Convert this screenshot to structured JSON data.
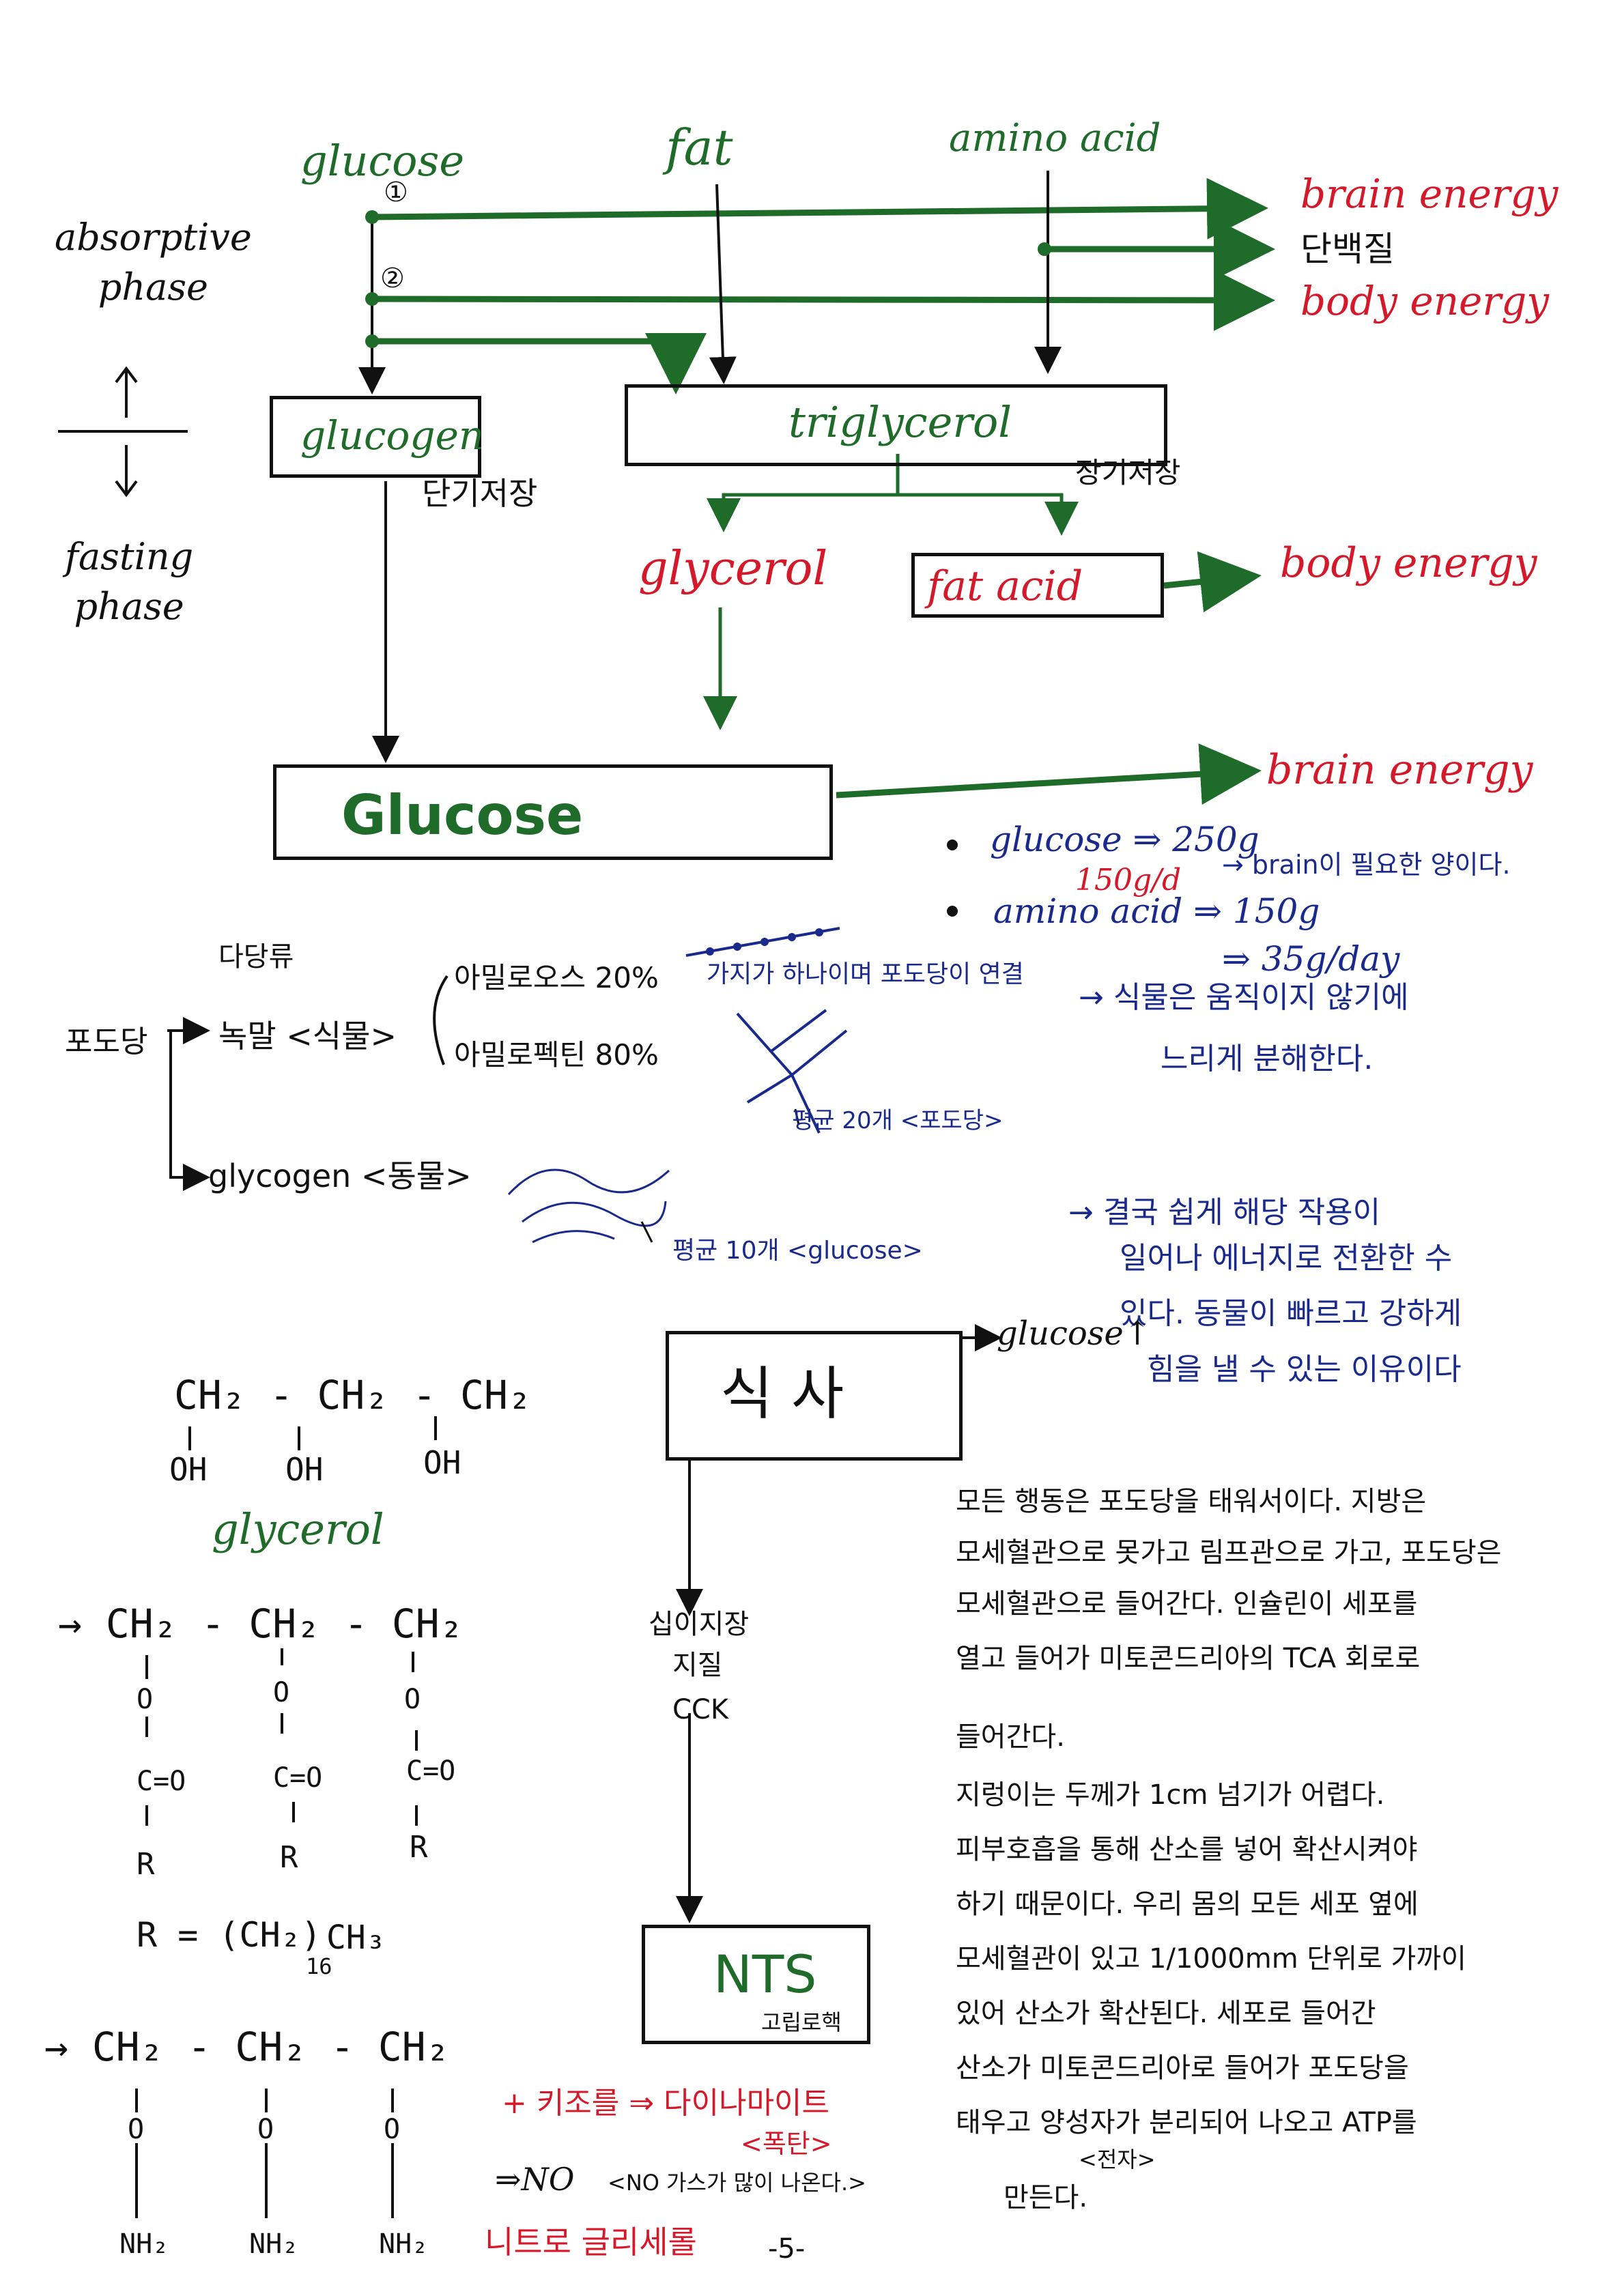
{
  "top_inputs": {
    "glucose": "glucose",
    "fat": "fat",
    "amino_acid": "amino acid",
    "marker1": "①",
    "marker2": "②"
  },
  "phases": {
    "absorptive": "absorptive\nphase",
    "fasting": "fasting\nphase"
  },
  "outputs": {
    "brain_energy": "brain energy",
    "protein": "단백질",
    "body_energy": "body energy"
  },
  "boxes": {
    "glucogen": "glucogen",
    "short_storage": "단기저장",
    "triglycerol": "triglycerol",
    "long_storage": "장기저장",
    "glycerol": "glycerol",
    "fat_acid": "fat acid",
    "fat_acid_out": "body energy",
    "glucose_big": "Glucose",
    "glucose_out": "brain energy"
  },
  "notes_brain": {
    "line1": "glucose ⇒ 250g",
    "line1b": "150g/d",
    "line1c": "→ brain이 필요한 양이다.",
    "line2": "amino acid ⇒ 150g",
    "line3": "⇒ 35g/day"
  },
  "polysaccharide": {
    "title": "다당류",
    "root": "포도당",
    "starch": "녹말 <식물>",
    "amylose": "아밀로오스 20%",
    "amylopectin": "아밀로펙틴 80%",
    "amylose_note": "가지가 하나이며 포도당이 연결",
    "amylopectin_note": "평균 20개 <포도당>",
    "starch_note1": "→ 식물은 움직이지 않기에",
    "starch_note2": "느리게 분해한다.",
    "glycogen": "glycogen <동물>",
    "glycogen_note": "평균 10개 <glucose>",
    "animal_note1": "→ 결국 쉽게 해당 작용이",
    "animal_note2": "일어나 에너지로 전환한 수",
    "animal_note3": "있다. 동물이 빠르고 강하게",
    "animal_note4": "힘을 낼 수 있는 이유이다"
  },
  "meal": {
    "box": "식  사",
    "glucose_up": "glucose↑",
    "label1": "십이지장",
    "label2": "지질",
    "label3": "CCK",
    "nts": "NTS",
    "nts_sub": "고립로핵"
  },
  "chemistry": {
    "glycerol_row1": "CH₂ - CH₂ - CH₂",
    "glycerol_oh": [
      "OH",
      "OH",
      "OH"
    ],
    "glycerol_name": "glycerol",
    "tri_row1": "→ CH₂ - CH₂ - CH₂",
    "tri_o": [
      "O",
      "O",
      "O"
    ],
    "tri_co": [
      "C=O",
      "C=O",
      "C=O"
    ],
    "tri_r": [
      "R",
      "R",
      "R"
    ],
    "r_formula": "R = (CH₂)",
    "r_sub": "16",
    "r_tail": "CH₃",
    "nitro_row1": "→ CH₂ - CH₂ - CH₂",
    "nitro_o": [
      "O",
      "O",
      "O"
    ],
    "nitro_nh": [
      "NH₂",
      "NH₂",
      "NH₂"
    ]
  },
  "nitro_notes": {
    "line1": "+ 키조를 ⇒ 다이나마이트",
    "line1b": "<폭탄>",
    "line2": "⇒NO",
    "line2b": "<NO 가스가 많이 나온다.>",
    "name": "니트로 글리세롤",
    "page": "-5-"
  },
  "paragraph": {
    "lines": [
      "모든 행동은 포도당을 태워서이다. 지방은",
      "모세혈관으로 못가고 림프관으로 가고, 포도당은",
      "모세혈관으로 들어간다. 인슐린이 세포를",
      "열고 들어가 미토콘드리아의 TCA 회로로",
      "들어간다.",
      "지렁이는 두께가 1cm 넘기가 어렵다.",
      "피부호흡을 통해 산소를 넣어 확산시켜야",
      "하기 때문이다. 우리 몸의 모든 세포 옆에",
      "모세혈관이 있고 1/1000mm 단위로 가까이",
      "있어 산소가 확산된다. 세포로 들어간",
      "산소가 미토콘드리아로 들어가 포도당을",
      "태우고 양성자가 분리되어 나오고 ATP를",
      "<전자>",
      "만든다."
    ]
  }
}
